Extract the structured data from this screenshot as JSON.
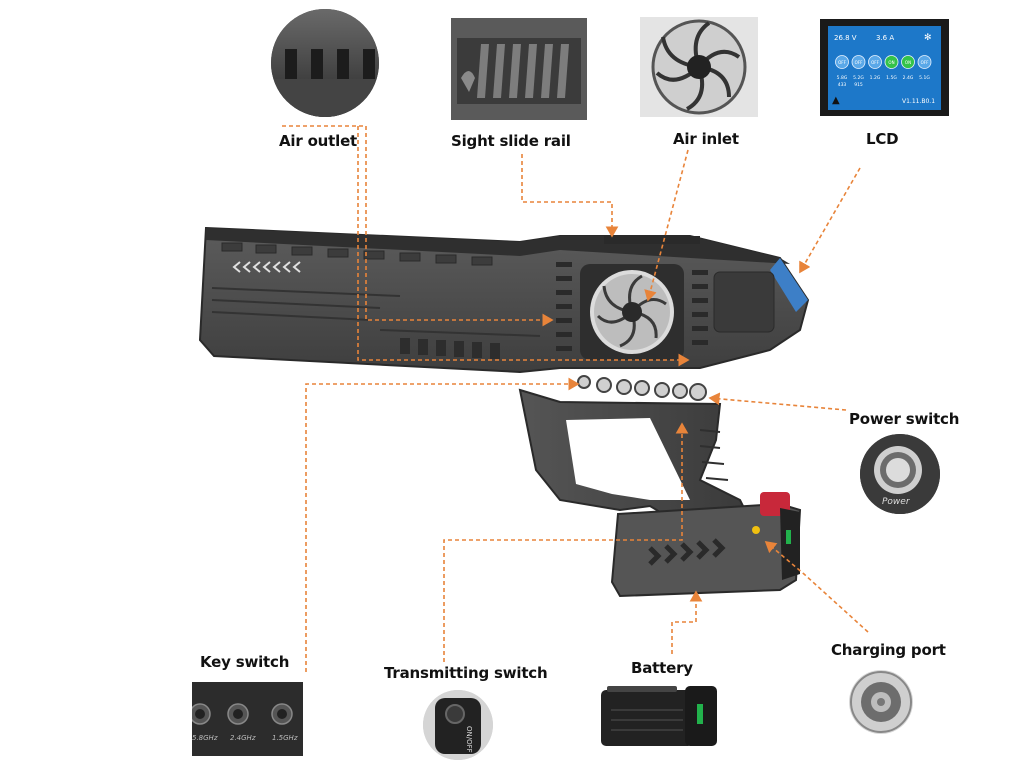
{
  "labels": {
    "air_outlet": "Air outlet",
    "sight_slide_rail": "Sight slide rail",
    "air_inlet": "Air inlet",
    "lcd": "LCD",
    "power_switch": "Power switch",
    "charging_port": "Charging port",
    "battery": "Battery",
    "transmitting_switch": "Transmitting switch",
    "key_switch": "Key switch"
  },
  "lcd_screen": {
    "voltage": "26.8 V",
    "current": "3.6 A",
    "buttons": [
      "OFF",
      "OFF",
      "OFF",
      "ON",
      "ON",
      "OFF"
    ],
    "bands_row1": [
      "5.8G",
      "5.2G",
      "1.2G",
      "1.5G",
      "2.4G",
      "5.1G"
    ],
    "bands_row2": [
      "433",
      "915",
      "",
      "",
      "",
      ""
    ],
    "version": "V1.11.B0.1"
  },
  "power_button_text": "Power",
  "transmit_switch_text": "ON/OFF",
  "key_switch_bands": [
    "5.8GHz",
    "2.4GHz",
    "1.5GHz"
  ],
  "colors": {
    "leader_line": "#e8843a",
    "device_body": "#4a4a4a",
    "device_dark": "#2e2e2e",
    "lcd_bg": "#1d78c9",
    "battery_accent": "#c8283a"
  }
}
